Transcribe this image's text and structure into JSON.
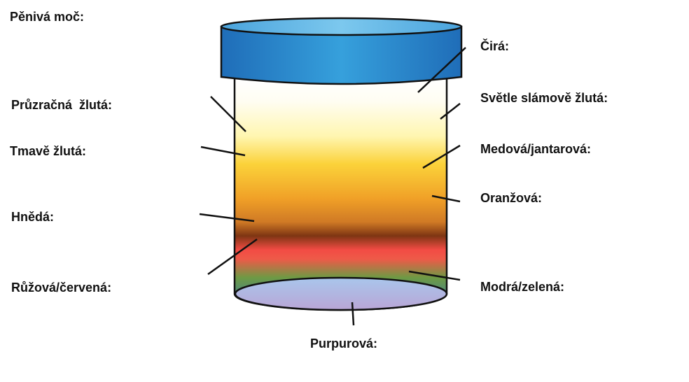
{
  "labels": {
    "foamy": "Pěnivá moč:",
    "clear_yellow": "Průzračná  žlutá:",
    "dark_yellow": "Tmavě žlutá:",
    "brown": "Hnědá:",
    "pink_red": "Růžová/červená:",
    "clear": "Čirá:",
    "light_straw": "Světle slámově žlutá:",
    "honey_amber": "Medová/jantarová:",
    "orange": "Oranžová:",
    "blue_green": "Modrá/zelená:",
    "purple": "Purpurová:"
  },
  "colors": {
    "lid": "#2f8fd0",
    "clear": "#ffffff",
    "yellow": "#fbd23a",
    "orange": "#ef9a22",
    "brown": "#8a3a14",
    "red": "#f24b44",
    "green": "#6e9a44",
    "blue": "#5b8fd0",
    "purple": "#b8a8d8"
  }
}
